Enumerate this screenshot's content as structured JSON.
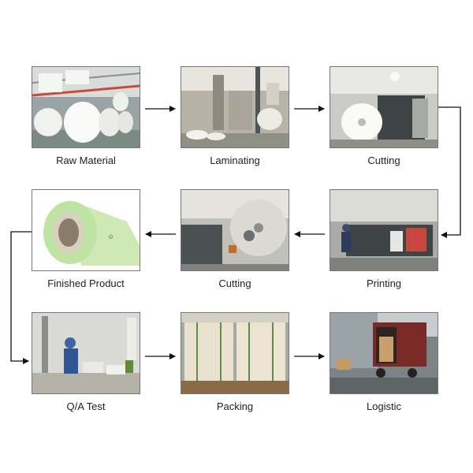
{
  "steps": [
    {
      "id": "raw-material",
      "label": "Raw Material"
    },
    {
      "id": "laminating",
      "label": "Laminating"
    },
    {
      "id": "cutting-1",
      "label": "Cutting"
    },
    {
      "id": "printing",
      "label": "Printing"
    },
    {
      "id": "cutting-2",
      "label": "Cutting"
    },
    {
      "id": "finished-product",
      "label": "Finished Product"
    },
    {
      "id": "qa-test",
      "label": "Q/A Test"
    },
    {
      "id": "packing",
      "label": "Packing"
    },
    {
      "id": "logistic",
      "label": "Logistic"
    }
  ]
}
